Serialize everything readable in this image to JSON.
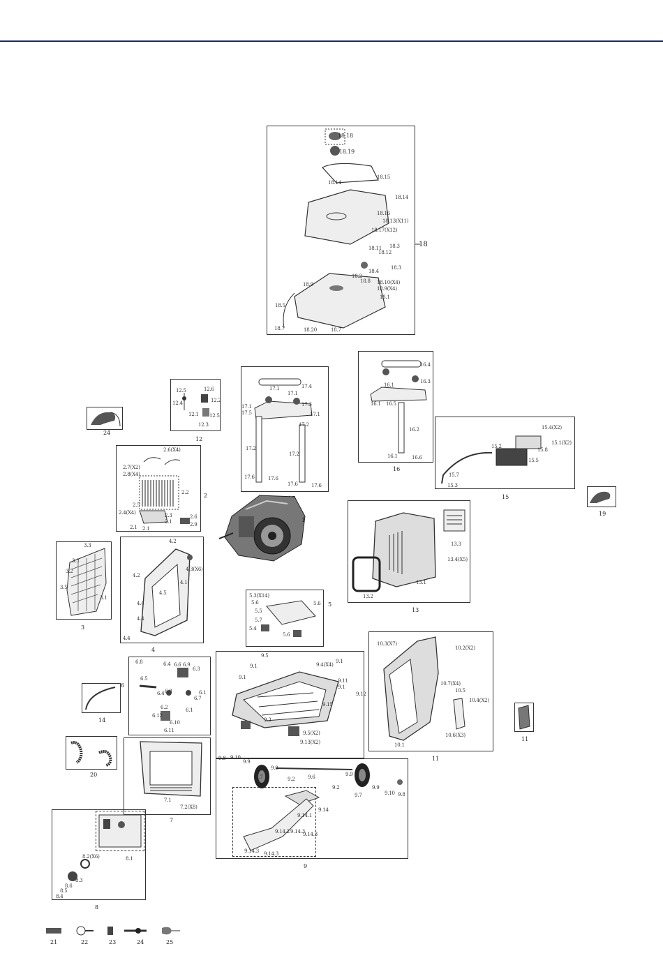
{
  "assemblies": [
    {
      "id": "a18",
      "number": "18",
      "labels": [
        "18.18",
        "18.19",
        "18.15",
        "18.14",
        "18.14",
        "18.16",
        "18.13(X11)",
        "18.17(X12)",
        "18.11",
        "18.12",
        "18.3",
        "18.4",
        "18.3",
        "18.2",
        "18.8",
        "18.10(X4)",
        "18.9(X4)",
        "18.1",
        "18.9",
        "18.5",
        "18.7",
        "18.20",
        "18.7"
      ]
    },
    {
      "id": "a24",
      "number": "24",
      "labels": []
    },
    {
      "id": "a12",
      "number": "12",
      "labels": [
        "12.5",
        "12.6",
        "12.4",
        "12.2",
        "12.1",
        "12.5",
        "12.3"
      ]
    },
    {
      "id": "a2",
      "number": "2",
      "labels": [
        "2.6(X4)",
        "2.7(X2)",
        "2.8(X4)",
        "2.2",
        "2.5",
        "2.4(X4)",
        "2.3",
        "2.1",
        "2.1",
        "2.1",
        "2.6",
        "2.9"
      ]
    },
    {
      "id": "a17",
      "number": "17",
      "labels": [
        "17.4",
        "17.1",
        "17.1",
        "17.3",
        "17.1",
        "17.5",
        "17.1",
        "17.2",
        "17.2",
        "17.2",
        "17.6",
        "17.6",
        "17.6",
        "17.6"
      ]
    },
    {
      "id": "a1",
      "number": "1",
      "labels": []
    },
    {
      "id": "a16",
      "number": "16",
      "labels": [
        "16.4",
        "16.3",
        "16.1",
        "16.5",
        "16.1",
        "16.2",
        "16.1",
        "16.6"
      ]
    },
    {
      "id": "a15",
      "number": "15",
      "labels": [
        "15.4(X2)",
        "15.1(X2)",
        "15.8",
        "15.2",
        "15.5",
        "15.7",
        "15.3"
      ]
    },
    {
      "id": "a19",
      "number": "19",
      "labels": []
    },
    {
      "id": "a3",
      "number": "3",
      "labels": [
        "3.3",
        "3.3",
        "3.2",
        "3.5",
        "3.1"
      ]
    },
    {
      "id": "a4",
      "number": "4",
      "labels": [
        "4.2",
        "4.3(X6)",
        "4.1",
        "4.2",
        "4.5",
        "4.4",
        "4.4",
        "4.4"
      ]
    },
    {
      "id": "a13",
      "number": "13",
      "labels": [
        "13.3",
        "13.4(X5)",
        "13.1",
        "13.2"
      ]
    },
    {
      "id": "a5",
      "number": "5",
      "labels": [
        "5.3(X14)",
        "5.6",
        "5.5",
        "5.7",
        "5.6",
        "5.4",
        "5.6"
      ]
    },
    {
      "id": "a6",
      "number": "6",
      "labels": [
        "6.8",
        "6.4",
        "6.6",
        "6.9",
        "6.3",
        "6.5",
        "6.4",
        "6.8",
        "6.1",
        "6.7",
        "6.2",
        "6.1",
        "6.12",
        "6.10",
        "6.11"
      ]
    },
    {
      "id": "a14",
      "number": "14",
      "labels": []
    },
    {
      "id": "a9",
      "number": "9",
      "labels": [
        "9.5",
        "9.4(X4)",
        "9.1",
        "9.1",
        "9.11",
        "9.1",
        "9.1",
        "9.12",
        "9.15",
        "9.3",
        "9.13(X2)",
        "9.5(X2)",
        "9.8",
        "9.10",
        "9.9",
        "9.7",
        "9.9",
        "9.2",
        "9.6",
        "9.2",
        "9.9",
        "9.7",
        "9.9",
        "9.10",
        "9.8",
        "9.14",
        "9.14.1",
        "9.14.2",
        "9.14.3",
        "9.14.3",
        "9.14.3",
        "9.14.3"
      ]
    },
    {
      "id": "a10",
      "number": "11",
      "labels": [
        "10.3(X7)",
        "10.2(X2)",
        "10.7(X4)",
        "10.5",
        "10.4(X2)",
        "10.6(X3)",
        "10.1"
      ]
    },
    {
      "id": "a11",
      "number": "11",
      "labels": []
    },
    {
      "id": "a20",
      "number": "20",
      "labels": []
    },
    {
      "id": "a7",
      "number": "7",
      "labels": [
        "7.1",
        "7.2(X8)"
      ]
    },
    {
      "id": "a8",
      "number": "8",
      "labels": [
        "8.1",
        "8.2(X6)",
        "8.3",
        "8.6",
        "8.5",
        "8.4"
      ]
    },
    {
      "id": "a21",
      "number": "21",
      "labels": []
    },
    {
      "id": "a22",
      "number": "22",
      "labels": []
    },
    {
      "id": "a23",
      "number": "23",
      "labels": []
    },
    {
      "id": "a24b",
      "number": "24",
      "labels": []
    },
    {
      "id": "a25",
      "number": "25",
      "labels": []
    }
  ]
}
